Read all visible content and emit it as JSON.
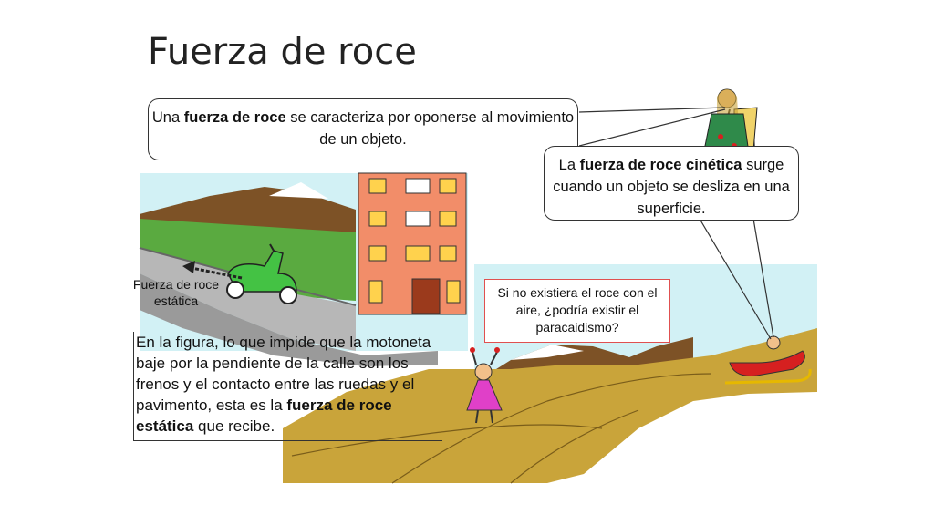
{
  "slide": {
    "title": "Fuerza de roce",
    "callout1": {
      "pre": "Una ",
      "bold": "fuerza de roce",
      "post": " se caracteriza por oponerse al movimiento de un objeto."
    },
    "callout2": {
      "pre": "La ",
      "bold": "fuerza de roce cinética",
      "post": " surge cuando un objeto se desliza en una superficie."
    },
    "question": "Si no existiera el roce con el aire, ¿podría existir el paracaidismo?",
    "force_label": "Fuerza de roce estática",
    "paragraph": {
      "pre": "En la figura, lo que impide que la motoneta baje por la pendiente de la calle son los frenos y el contacto entre las ruedas y el pavimento, esta es la ",
      "bold": "fuerza de roce estática",
      "post": " que recibe."
    }
  },
  "colors": {
    "sky": "#cfeff4",
    "grass": "#5aa842",
    "ground": "#c9a43a",
    "building": "#f08c6a",
    "scooter": "#44c244",
    "mountain": "#8a5a2a"
  }
}
